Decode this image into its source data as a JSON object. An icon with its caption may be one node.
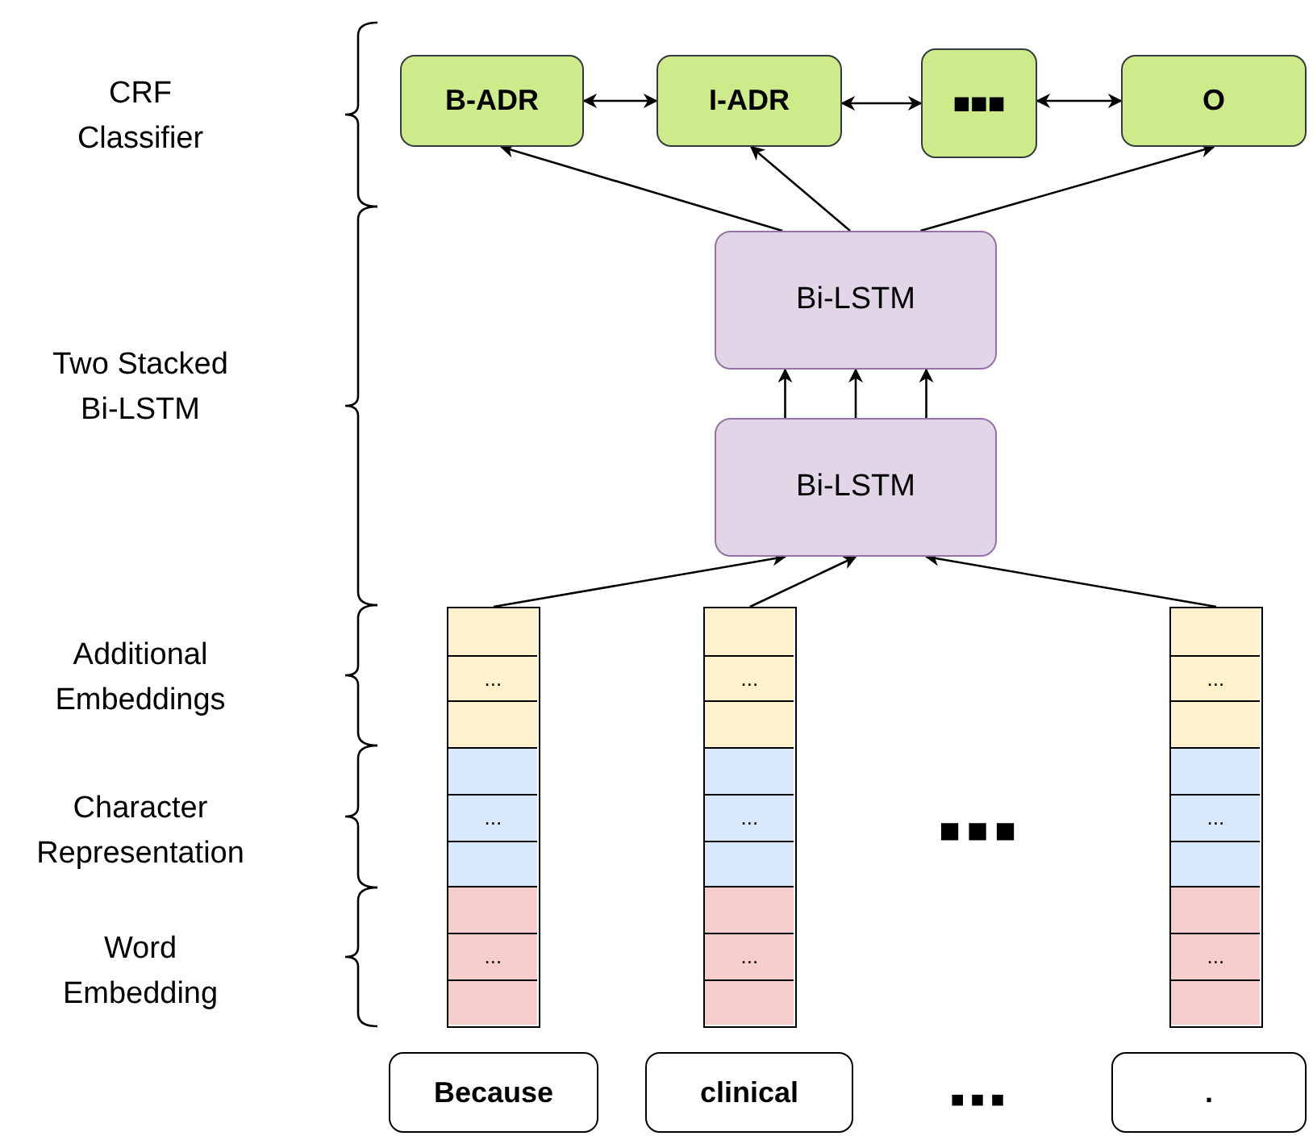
{
  "diagram": {
    "nodes": [
      {
        "text": [
          "B-ADR"
        ]
      },
      {
        "text": [
          "I-ADR"
        ]
      },
      {
        "text": [
          "■■■"
        ]
      },
      {
        "text": [
          "O"
        ]
      },
      {
        "text": [
          "Bi-LSTM"
        ]
      },
      {
        "text": [
          "Bi-LSTM"
        ]
      },
      {
        "text": [],
        "shape": "box"
      },
      {
        "text": [],
        "shape": "box",
        "in": 6
      },
      {
        "text": [
          "..."
        ],
        "in": 6
      },
      {
        "text": [],
        "shape": "box",
        "in": 6
      },
      {
        "text": [],
        "shape": "box",
        "in": 6
      },
      {
        "text": [
          "..."
        ],
        "in": 6
      },
      {
        "text": [],
        "shape": "box",
        "in": 6
      },
      {
        "text": [],
        "shape": "box",
        "in": 6
      },
      {
        "text": [
          "..."
        ],
        "in": 6
      },
      {
        "text": [],
        "shape": "box",
        "in": 6
      },
      {
        "text": [],
        "shape": "box"
      },
      {
        "text": [],
        "shape": "box",
        "in": 16
      },
      {
        "text": [
          "..."
        ],
        "in": 16
      },
      {
        "text": [],
        "shape": "box",
        "in": 16
      },
      {
        "text": [],
        "shape": "box",
        "in": 16
      },
      {
        "text": [
          "..."
        ],
        "in": 16
      },
      {
        "text": [],
        "shape": "box",
        "in": 16
      },
      {
        "text": [],
        "shape": "box",
        "in": 16
      },
      {
        "text": [
          "..."
        ],
        "in": 16
      },
      {
        "text": [],
        "shape": "box",
        "in": 16
      },
      {
        "text": [],
        "shape": "box"
      },
      {
        "text": [],
        "shape": "box",
        "in": 26
      },
      {
        "text": [
          "..."
        ],
        "in": 26
      },
      {
        "text": [],
        "shape": "box",
        "in": 26
      },
      {
        "text": [],
        "shape": "box",
        "in": 26
      },
      {
        "text": [
          "..."
        ],
        "in": 26
      },
      {
        "text": [],
        "shape": "box",
        "in": 26
      },
      {
        "text": [],
        "shape": "box",
        "in": 26
      },
      {
        "text": [
          "..."
        ],
        "in": 26
      },
      {
        "text": [],
        "shape": "box",
        "in": 26
      },
      {
        "text": [
          "Because"
        ]
      },
      {
        "text": [
          "clinical"
        ]
      },
      {
        "text": [
          "."
        ]
      }
    ],
    "edges": [
      {
        "from": 0,
        "to": 1,
        "arrow": "both"
      },
      {
        "from": 1,
        "to": 2,
        "arrow": "both"
      },
      {
        "from": 2,
        "to": 3,
        "arrow": "both"
      },
      {
        "from": 4,
        "to": 0,
        "arrow": "to"
      },
      {
        "from": 4,
        "to": 1,
        "arrow": "to"
      },
      {
        "from": 4,
        "to": 3,
        "arrow": "to"
      },
      {
        "from": 5,
        "to": 4,
        "arrow": "to"
      },
      {
        "from": 5,
        "to": 4,
        "arrow": "to"
      },
      {
        "from": 5,
        "to": 4,
        "arrow": "to"
      },
      {
        "from": 6,
        "to": 5,
        "arrow": "to"
      },
      {
        "from": 16,
        "to": 5,
        "arrow": "to"
      },
      {
        "from": 26,
        "to": 5,
        "arrow": "to"
      }
    ],
    "labels": [
      "CRF Classifier",
      "Two Stacked Bi-LSTM",
      "Additional Embeddings",
      "Character Representation",
      "■■■",
      "Word Embedding",
      "■■■"
    ]
  }
}
